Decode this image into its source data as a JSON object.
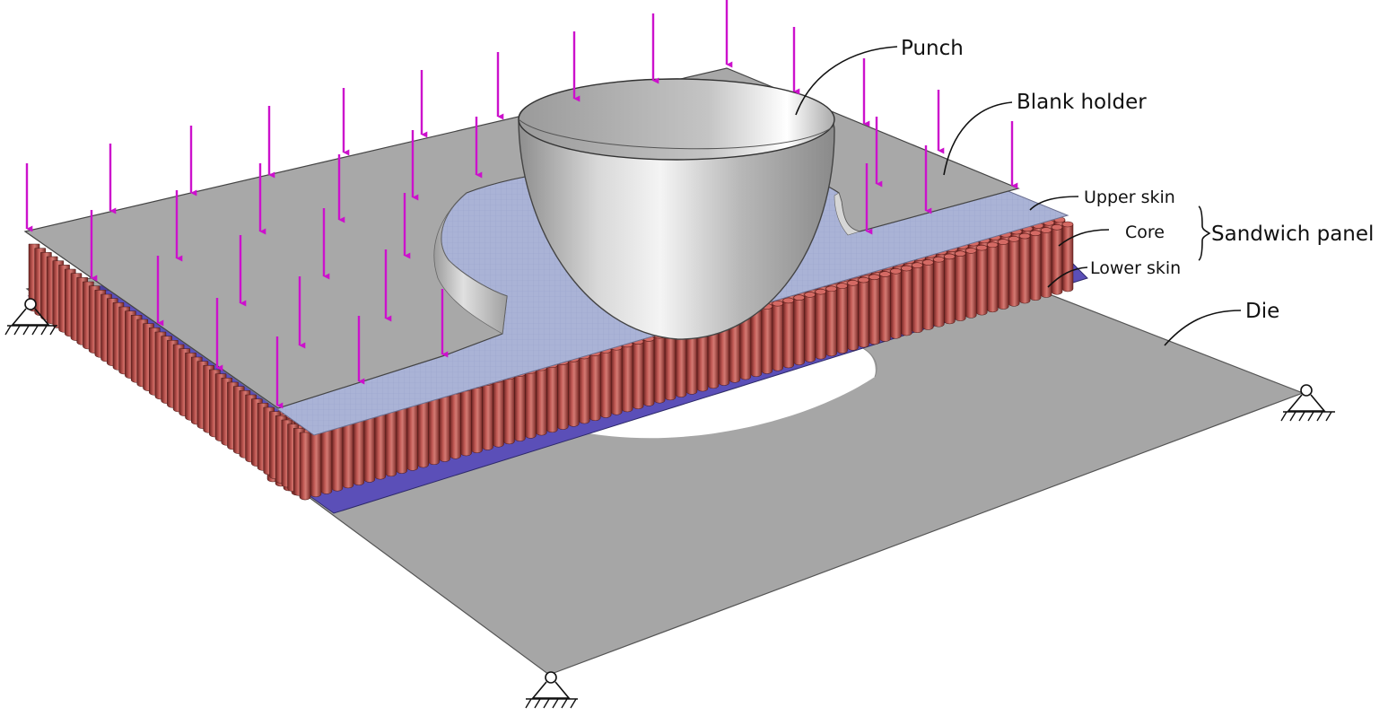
{
  "labels": {
    "punch": "Punch",
    "blank_holder": "Blank holder",
    "upper_skin": "Upper skin",
    "core": "Core",
    "lower_skin": "Lower skin",
    "sandwich_panel": "Sandwich panel",
    "die": "Die"
  },
  "colors": {
    "die": "#a6a6a6",
    "blank_holder": "#a8a8a8",
    "upper_skin": "#aab3d6",
    "lower_skin": "#5b4fb8",
    "core": "#b84a45",
    "core_dark": "#7a2a27",
    "punch": "#bdbdbd",
    "arrow": "#cc11cc"
  },
  "icons": [
    "pinned-support-icon",
    "pinned-support-icon",
    "pinned-support-icon"
  ]
}
